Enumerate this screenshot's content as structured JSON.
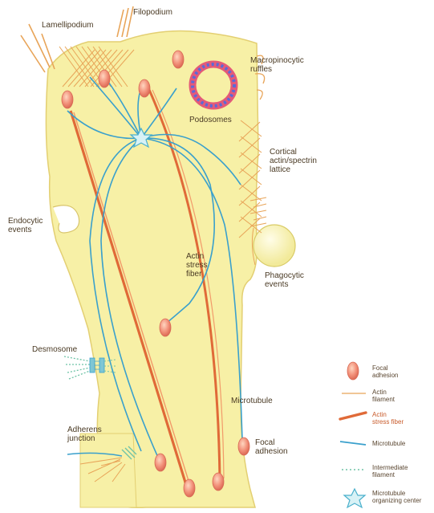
{
  "labels": {
    "lamellipodium": "Lamellipodium",
    "filopodium": "Filopodium",
    "macropinocytic_ruffles": "Macropinocytic\nruffles",
    "podosomes": "Podosomes",
    "cortical_lattice": "Cortical\nactin/spectrin\nlattice",
    "endocytic_events": "Endocytic\nevents",
    "actin_stress_fiber": "Actin\nstress\nfiber",
    "phagocytic_events": "Phagocytic\nevents",
    "desmosome": "Desmosome",
    "microtubule": "Microtubule",
    "adherens_junction": "Adherens\njunction",
    "focal_adhesion": "Focal\nadhesion"
  },
  "legend": [
    {
      "key": "focal_adhesion",
      "label": "Focal\nadhesion",
      "icon": "focal-adhesion-ellipse"
    },
    {
      "key": "actin_filament",
      "label": "Actin\nfilament",
      "icon": "thin-orange-line"
    },
    {
      "key": "actin_stress_fiber",
      "label": "Actin\nstress fiber",
      "icon": "thick-red-line"
    },
    {
      "key": "microtubule",
      "label": "Microtubule",
      "icon": "blue-line"
    },
    {
      "key": "intermediate_filament",
      "label": "Intermediate\nfilament",
      "icon": "green-dashed-line"
    },
    {
      "key": "mtoc",
      "label": "Microtubule\norganizing center",
      "icon": "star-icon"
    }
  ],
  "colors": {
    "cell_fill": "#f7f0a6",
    "cell_edge": "#e3cf72",
    "actin": "#e8a458",
    "stress_fiber": "#e06a38",
    "microtubule": "#3aa0cc",
    "intermediate": "#6ec3a6",
    "adhesion": "#f08a6e"
  }
}
